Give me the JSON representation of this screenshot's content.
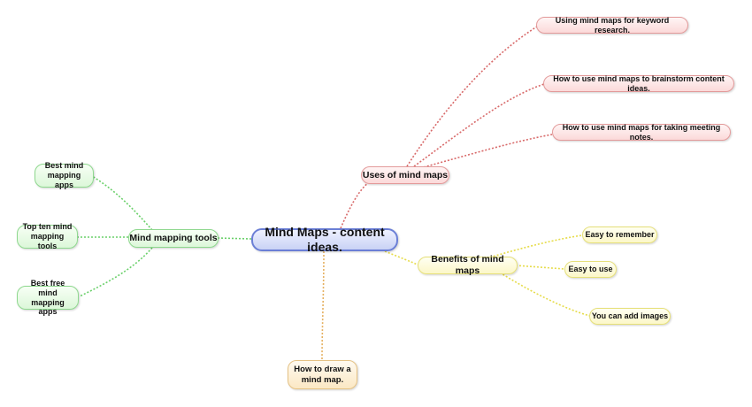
{
  "mindmap": {
    "central": "Mind Maps - content ideas.",
    "uses": {
      "label": "Uses of mind maps",
      "children": [
        "Using mind maps for keyword research.",
        "How to use mind maps to brainstorm content ideas.",
        "How to use mind maps for taking meeting notes."
      ]
    },
    "benefits": {
      "label": "Benefits of mind maps",
      "children": [
        "Easy to remember",
        "Easy to use",
        "You can add images"
      ]
    },
    "tools": {
      "label": "Mind mapping tools",
      "children": [
        "Best mind mapping apps",
        "Top ten mind mapping tools",
        "Best free mind mapping apps"
      ]
    },
    "draw": {
      "label": "How to draw a mind map."
    }
  },
  "colors": {
    "central": "#6b7fd6",
    "uses": "#e39a9a",
    "benefits": "#e6e07a",
    "tools": "#8ed88e",
    "draw": "#e5c284"
  }
}
